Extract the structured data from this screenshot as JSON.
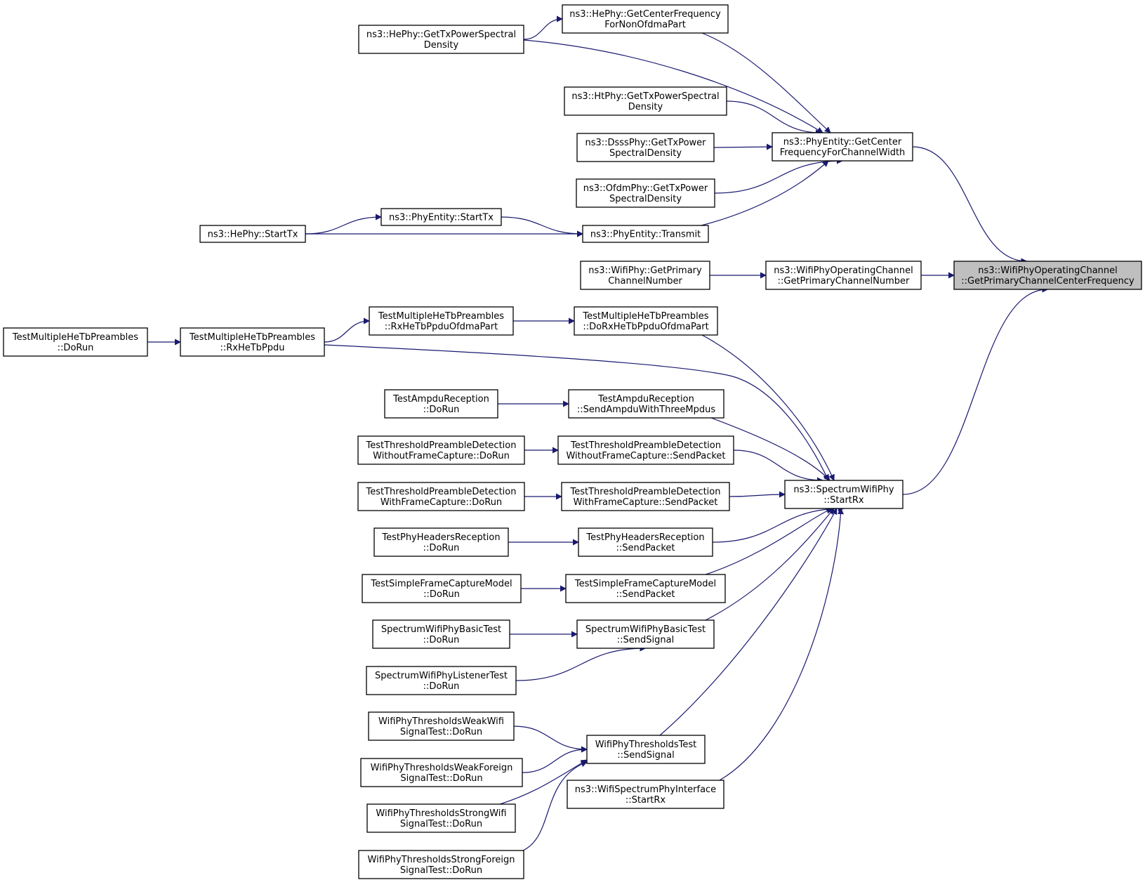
{
  "graph": {
    "root": "root",
    "nodes": [
      {
        "id": "root",
        "lines": [
          "ns3::WifiPhyOperatingChannel",
          "::GetPrimaryChannelCenterFrequency"
        ]
      },
      {
        "id": "getcfcw",
        "lines": [
          "ns3::PhyEntity::GetCenter",
          "FrequencyForChannelWidth"
        ]
      },
      {
        "id": "opch_gpcn",
        "lines": [
          "ns3::WifiPhyOperatingChannel",
          "::GetPrimaryChannelNumber"
        ]
      },
      {
        "id": "sw_startrx",
        "lines": [
          "ns3::SpectrumWifiPhy",
          "::StartRx"
        ]
      },
      {
        "id": "he_gcfnon",
        "lines": [
          "ns3::HePhy::GetCenterFrequency",
          "ForNonOfdmaPart"
        ]
      },
      {
        "id": "he_gtxpsd",
        "lines": [
          "ns3::HePhy::GetTxPowerSpectral",
          "Density"
        ]
      },
      {
        "id": "ht_gtxpsd",
        "lines": [
          "ns3::HtPhy::GetTxPowerSpectral",
          "Density"
        ]
      },
      {
        "id": "dsss_gtxpsd",
        "lines": [
          "ns3::DsssPhy::GetTxPower",
          "SpectralDensity"
        ]
      },
      {
        "id": "ofdm_gtxpsd",
        "lines": [
          "ns3::OfdmPhy::GetTxPower",
          "SpectralDensity"
        ]
      },
      {
        "id": "pe_transmit",
        "lines": [
          "ns3::PhyEntity::Transmit"
        ]
      },
      {
        "id": "pe_starttx",
        "lines": [
          "ns3::PhyEntity::StartTx"
        ]
      },
      {
        "id": "he_starttx",
        "lines": [
          "ns3::HePhy::StartTx"
        ]
      },
      {
        "id": "wp_gpcn",
        "lines": [
          "ns3::WifiPhy::GetPrimary",
          "ChannelNumber"
        ]
      },
      {
        "id": "tmh_dorx",
        "lines": [
          "TestMultipleHeTbPreambles",
          "::DoRxHeTbPpduOfdmaPart"
        ]
      },
      {
        "id": "tmh_rxofdma",
        "lines": [
          "TestMultipleHeTbPreambles",
          "::RxHeTbPpduOfdmaPart"
        ]
      },
      {
        "id": "tmh_rx",
        "lines": [
          "TestMultipleHeTbPreambles",
          "::RxHeTbPpdu"
        ]
      },
      {
        "id": "tmh_dorun",
        "lines": [
          "TestMultipleHeTbPreambles",
          "::DoRun"
        ]
      },
      {
        "id": "ampdu_send",
        "lines": [
          "TestAmpduReception",
          "::SendAmpduWithThreeMpdus"
        ]
      },
      {
        "id": "ampdu_dorun",
        "lines": [
          "TestAmpduReception",
          "::DoRun"
        ]
      },
      {
        "id": "tpd_wo_send",
        "lines": [
          "TestThresholdPreambleDetection",
          "WithoutFrameCapture::SendPacket"
        ]
      },
      {
        "id": "tpd_wo_dorun",
        "lines": [
          "TestThresholdPreambleDetection",
          "WithoutFrameCapture::DoRun"
        ]
      },
      {
        "id": "tpd_w_send",
        "lines": [
          "TestThresholdPreambleDetection",
          "WithFrameCapture::SendPacket"
        ]
      },
      {
        "id": "tpd_w_dorun",
        "lines": [
          "TestThresholdPreambleDetection",
          "WithFrameCapture::DoRun"
        ]
      },
      {
        "id": "phr_send",
        "lines": [
          "TestPhyHeadersReception",
          "::SendPacket"
        ]
      },
      {
        "id": "phr_dorun",
        "lines": [
          "TestPhyHeadersReception",
          "::DoRun"
        ]
      },
      {
        "id": "sfc_send",
        "lines": [
          "TestSimpleFrameCaptureModel",
          "::SendPacket"
        ]
      },
      {
        "id": "sfc_dorun",
        "lines": [
          "TestSimpleFrameCaptureModel",
          "::DoRun"
        ]
      },
      {
        "id": "swb_send",
        "lines": [
          "SpectrumWifiPhyBasicTest",
          "::SendSignal"
        ]
      },
      {
        "id": "swb_dorun",
        "lines": [
          "SpectrumWifiPhyBasicTest",
          "::DoRun"
        ]
      },
      {
        "id": "swl_dorun",
        "lines": [
          "SpectrumWifiPhyListenerTest",
          "::DoRun"
        ]
      },
      {
        "id": "wpt_send",
        "lines": [
          "WifiPhyThresholdsTest",
          "::SendSignal"
        ]
      },
      {
        "id": "wpt_weakwifi",
        "lines": [
          "WifiPhyThresholdsWeakWifi",
          "SignalTest::DoRun"
        ]
      },
      {
        "id": "wpt_weakfor",
        "lines": [
          "WifiPhyThresholdsWeakForeign",
          "SignalTest::DoRun"
        ]
      },
      {
        "id": "wpt_strongwifi",
        "lines": [
          "WifiPhyThresholdsStrongWifi",
          "SignalTest::DoRun"
        ]
      },
      {
        "id": "wpt_strongfor",
        "lines": [
          "WifiPhyThresholdsStrongForeign",
          "SignalTest::DoRun"
        ]
      },
      {
        "id": "wspi_startrx",
        "lines": [
          "ns3::WifiSpectrumPhyInterface",
          "::StartRx"
        ]
      }
    ],
    "edges": [
      [
        "getcfcw",
        "root"
      ],
      [
        "opch_gpcn",
        "root"
      ],
      [
        "sw_startrx",
        "root"
      ],
      [
        "he_gcfnon",
        "getcfcw"
      ],
      [
        "he_gtxpsd",
        "getcfcw"
      ],
      [
        "ht_gtxpsd",
        "getcfcw"
      ],
      [
        "dsss_gtxpsd",
        "getcfcw"
      ],
      [
        "ofdm_gtxpsd",
        "getcfcw"
      ],
      [
        "pe_transmit",
        "getcfcw"
      ],
      [
        "he_gtxpsd",
        "he_gcfnon"
      ],
      [
        "pe_starttx",
        "pe_transmit"
      ],
      [
        "he_starttx",
        "pe_transmit"
      ],
      [
        "he_starttx",
        "pe_starttx"
      ],
      [
        "wp_gpcn",
        "opch_gpcn"
      ],
      [
        "tmh_dorx",
        "sw_startrx"
      ],
      [
        "tmh_rx",
        "sw_startrx"
      ],
      [
        "ampdu_send",
        "sw_startrx"
      ],
      [
        "tpd_wo_send",
        "sw_startrx"
      ],
      [
        "tpd_w_send",
        "sw_startrx"
      ],
      [
        "phr_send",
        "sw_startrx"
      ],
      [
        "sfc_send",
        "sw_startrx"
      ],
      [
        "swb_send",
        "sw_startrx"
      ],
      [
        "wpt_send",
        "sw_startrx"
      ],
      [
        "wspi_startrx",
        "sw_startrx"
      ],
      [
        "tmh_rxofdma",
        "tmh_dorx"
      ],
      [
        "tmh_rx",
        "tmh_rxofdma"
      ],
      [
        "tmh_dorun",
        "tmh_rx"
      ],
      [
        "ampdu_dorun",
        "ampdu_send"
      ],
      [
        "tpd_wo_dorun",
        "tpd_wo_send"
      ],
      [
        "tpd_w_dorun",
        "tpd_w_send"
      ],
      [
        "phr_dorun",
        "phr_send"
      ],
      [
        "sfc_dorun",
        "sfc_send"
      ],
      [
        "swb_dorun",
        "swb_send"
      ],
      [
        "swl_dorun",
        "swb_send"
      ],
      [
        "wpt_weakwifi",
        "wpt_send"
      ],
      [
        "wpt_weakfor",
        "wpt_send"
      ],
      [
        "wpt_strongwifi",
        "wpt_send"
      ],
      [
        "wpt_strongfor",
        "wpt_send"
      ]
    ]
  },
  "colors": {
    "edge": "#191970",
    "node_border": "#000000",
    "node_fill": "#ffffff",
    "root_fill": "#bfbfbf"
  }
}
